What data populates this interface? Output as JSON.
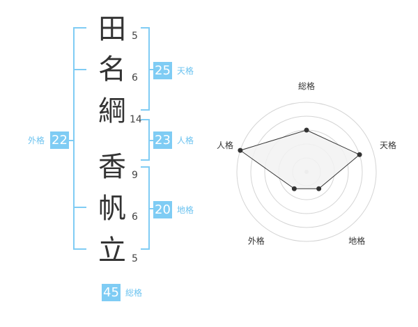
{
  "name": {
    "characters": [
      {
        "char": "田",
        "strokes": "5"
      },
      {
        "char": "名",
        "strokes": "6"
      },
      {
        "char": "綱",
        "strokes": "14"
      },
      {
        "char": "香",
        "strokes": "9"
      },
      {
        "char": "帆",
        "strokes": "6"
      },
      {
        "char": "立",
        "strokes": "5"
      }
    ]
  },
  "fortune": {
    "tenkaku": {
      "label": "天格",
      "value": "25"
    },
    "jinkaku": {
      "label": "人格",
      "value": "23"
    },
    "chikaku": {
      "label": "地格",
      "value": "20"
    },
    "gaikaku": {
      "label": "外格",
      "value": "22"
    },
    "soukaku": {
      "label": "総格",
      "value": "45"
    }
  },
  "colors": {
    "bracket": "#7fccf4",
    "badge": "#7fccf4",
    "label": "#6cc3f0",
    "radar_line": "#333333",
    "radar_fill": "#f2f2f2",
    "ring": "#d4d4d4"
  },
  "chart_data": {
    "type": "radar",
    "axes": [
      "総格",
      "天格",
      "地格",
      "外格",
      "人格"
    ],
    "values": [
      3,
      4,
      1.5,
      1.5,
      5
    ],
    "max": 5,
    "rings": 5
  }
}
